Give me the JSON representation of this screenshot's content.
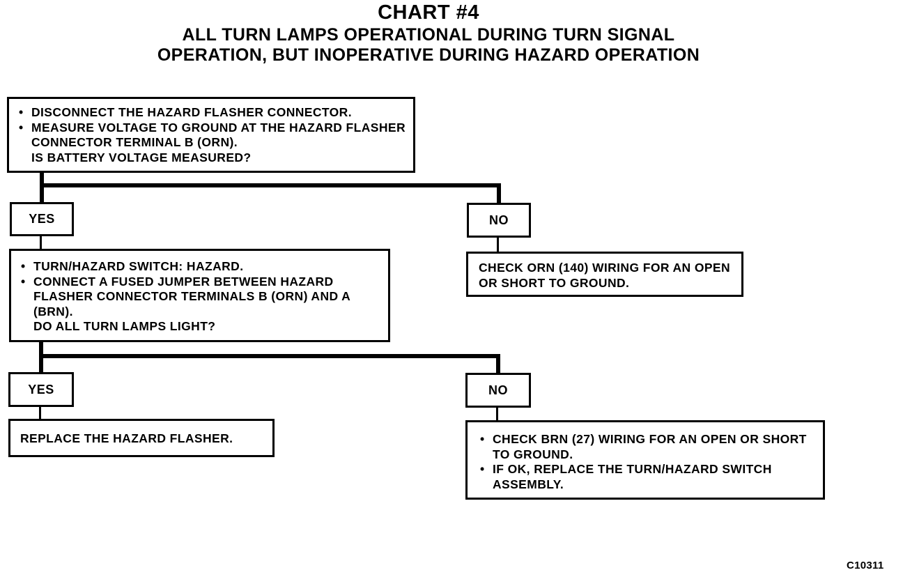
{
  "title": "CHART #4",
  "subtitle_line1": "ALL TURN LAMPS OPERATIONAL DURING TURN SIGNAL",
  "subtitle_line2": "OPERATION, BUT INOPERATIVE DURING HAZARD OPERATION",
  "step1": {
    "bullets": [
      "DISCONNECT THE HAZARD FLASHER CONNECTOR.",
      "MEASURE VOLTAGE TO GROUND AT THE HAZARD FLASHER CONNECTOR TERMINAL B (ORN)."
    ],
    "question": "IS BATTERY VOLTAGE MEASURED?"
  },
  "step1_yes": "YES",
  "step1_no": "NO",
  "step1_no_result": "CHECK ORN (140) WIRING FOR AN OPEN OR SHORT TO GROUND.",
  "step2": {
    "bullets": [
      "TURN/HAZARD SWITCH: HAZARD.",
      "CONNECT A FUSED JUMPER BETWEEN HAZARD FLASHER CONNECTOR TERMINALS B (ORN) AND A (BRN)."
    ],
    "question": "DO ALL TURN LAMPS LIGHT?"
  },
  "step2_yes": "YES",
  "step2_no": "NO",
  "step2_yes_result": "REPLACE THE HAZARD FLASHER.",
  "step2_no_result": {
    "bullets": [
      "CHECK BRN (27) WIRING FOR AN OPEN OR SHORT TO GROUND.",
      "IF OK, REPLACE THE TURN/HAZARD SWITCH ASSEMBLY."
    ]
  },
  "figure_code": "C10311"
}
